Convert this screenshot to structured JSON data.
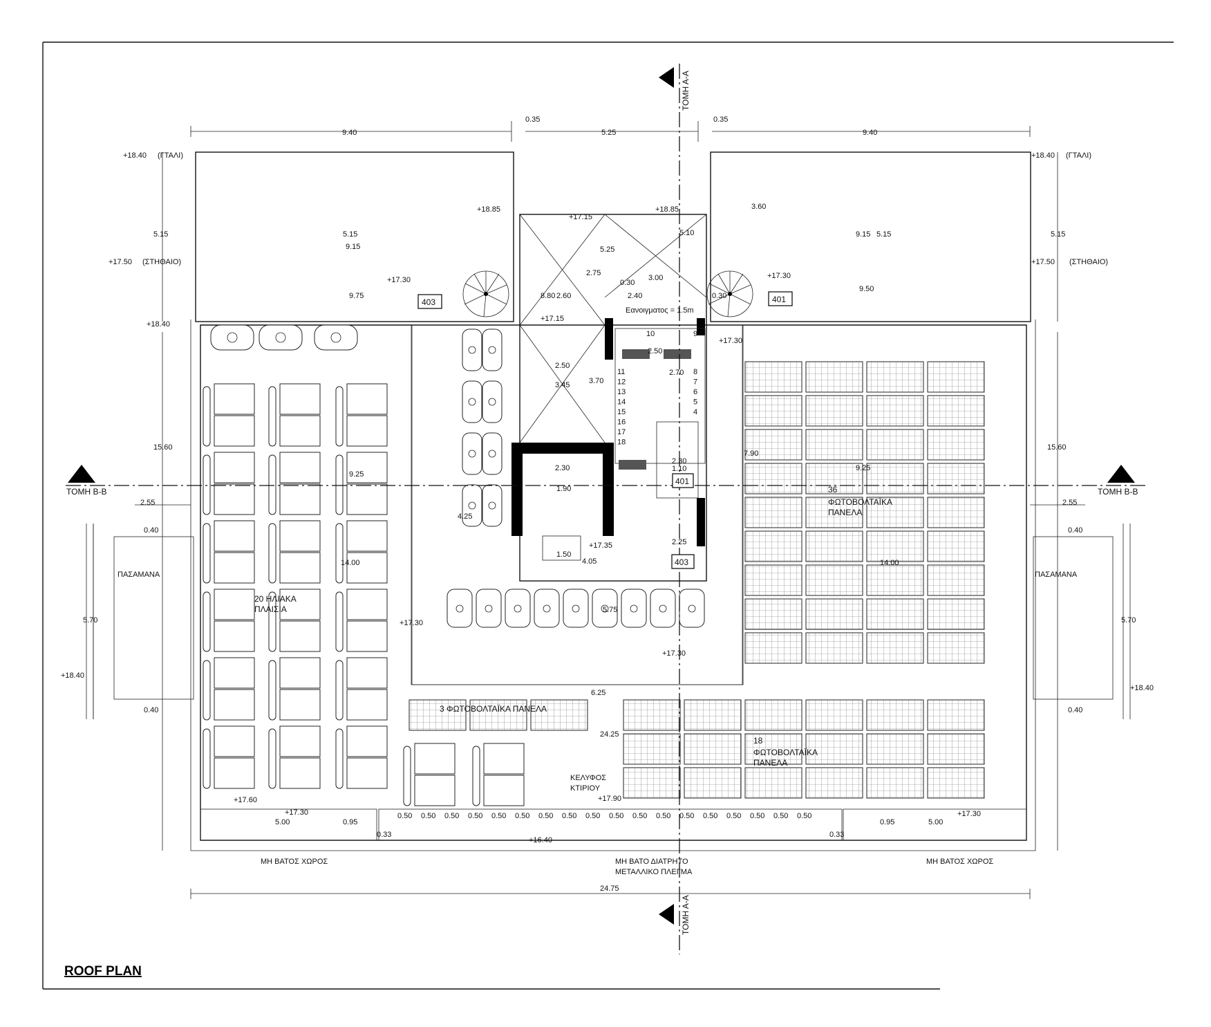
{
  "drawing": {
    "title": "ROOF PLAN",
    "section_aa_label": "ΤΟΜΗ Α-Α",
    "section_bb_label": "ΤΟΜΗ Β-Β"
  },
  "dimensions": {
    "top_left_width": "9.40",
    "top_center_width": "5.25",
    "top_right_width": "9.40",
    "offset_left": "0.35",
    "offset_right": "0.35",
    "left_upper_height": "5.15",
    "right_upper_height": "5.15",
    "left_main_height": "15.60",
    "right_main_height": "15.60",
    "left_stair_height": "5.70",
    "right_stair_height": "5.70",
    "side_offset_left": "2.55",
    "side_offset_right": "2.55",
    "rail_left_top": "0.40",
    "rail_left_bottom": "0.40",
    "rail_right_top": "0.40",
    "rail_right_bottom": "0.40",
    "overall_width": "24.75",
    "inner_width": "24.25",
    "bottom_left": "5.00",
    "bottom_left_small": "0.95",
    "bottom_right_small": "0.95",
    "bottom_right": "5.00",
    "grating_ends_left": "0.33",
    "grating_ends_right": "0.33",
    "inner_a": "5.15",
    "inner_b": "9.15",
    "inner_c": "9.75",
    "inner_d": "5.25",
    "inner_e": "2.75",
    "inner_f": "8.80",
    "inner_g": "2.60",
    "inner_h": "0.30",
    "inner_i": "3.00",
    "inner_j": "2.40",
    "inner_k": "0.30",
    "inner_l": "9.50",
    "inner_m": "3.60",
    "inner_n": "5.10",
    "inner_o": "9.15",
    "inner_p": "5.15",
    "core_a": "2.50",
    "core_b": "3.45",
    "core_c": "3.70",
    "core_d": "2.50",
    "core_e": "2.70",
    "core_f": "2.30",
    "core_g": "1.90",
    "core_h": "4.25",
    "core_i": "1.50",
    "core_j": "4.05",
    "core_k": "2.30",
    "core_l": "1.10",
    "core_m": "2.25",
    "core_n": "5.75",
    "left_mid_width": "9.25",
    "right_mid_width": "9.25",
    "right_mid_offset": "7.90",
    "left_depth": "14.00",
    "right_depth": "14.00",
    "mid_gap": "6.25",
    "grating_module": "0.50"
  },
  "levels": {
    "parapet_left": "+18.40",
    "parapet_left_note": "(ΓΤΑΛΙ)",
    "parapet_right": "+18.40",
    "parapet_right_note": "(ΓΤΑΛΙ)",
    "column_left": "+17.50",
    "column_left_note": "(ΣΤΗΘΑΙΟ)",
    "column_right": "+17.50",
    "column_right_note": "(ΣΤΗΘΑΙΟ)",
    "lvl_1885_left": "+18.85",
    "lvl_1885_right": "+18.85",
    "lvl_1715_top": "+17.15",
    "lvl_1715_mid": "+17.15",
    "lvl_1730_left": "+17.30",
    "lvl_1730_right": "+17.30",
    "lvl_1840_left_top": "+18.40",
    "lvl_1730_core": "+17.30",
    "lvl_1735": "+17.35",
    "lvl_1730_mid_left": "+17.30",
    "lvl_1730_mid_center": "+17.30",
    "lvl_1840_left_stair": "+18.40",
    "lvl_1840_right_stair": "+18.40",
    "lvl_1760": "+17.60",
    "lvl_1730_bottom_left": "+17.30",
    "lvl_1790": "+17.90",
    "lvl_1640": "+16.40",
    "lvl_1730_bottom_right": "+17.30"
  },
  "tags": {
    "room_403_left": "403",
    "room_401_right": "401",
    "room_401_core": "401",
    "room_403_core": "403"
  },
  "stair_numbers_left": [
    "11",
    "12",
    "13",
    "14",
    "15",
    "16",
    "17",
    "18"
  ],
  "stair_numbers_right": [
    "10",
    "9",
    "8",
    "7",
    "6",
    "5",
    "4"
  ],
  "notes": {
    "opening": "Εανοιγματος = 1.5m",
    "solar_collectors": "20 ΗΛΙΑΚΑ\nΠΛΑΙΣΙΑ",
    "pv_36_count": "36",
    "pv_36_label": "ΦΩΤΟΒΟΛΤΑΪΚΑ\nΠΑΝΕΛΑ",
    "pv_3": "3 ΦΩΤΟΒΟΛΤΑΪΚΑ ΠΑΝΕΛΑ",
    "pv_18_count": "18",
    "pv_18_label": "ΦΩΤΟΒΟΛΤΑΪΚΑ\nΠΑΝΕΛΑ",
    "envelope": "ΚΕΛΥΦΟΣ\nΚΤΙΡΙΟΥ",
    "railing_left": "ΠΑΣΑΜΑΝΑ",
    "railing_right": "ΠΑΣΑΜΑΝΑ",
    "non_walkable_left": "ΜΗ ΒΑΤΟΣ ΧΩΡΟΣ",
    "non_walkable_right": "ΜΗ ΒΑΤΟΣ ΧΩΡΟΣ",
    "grating": "ΜΗ ΒΑΤΟ ΔΙΑΤΡΗΤΟ\nΜΕΤΑΛΛΙΚΟ ΠΛΕΓΜΑ"
  }
}
